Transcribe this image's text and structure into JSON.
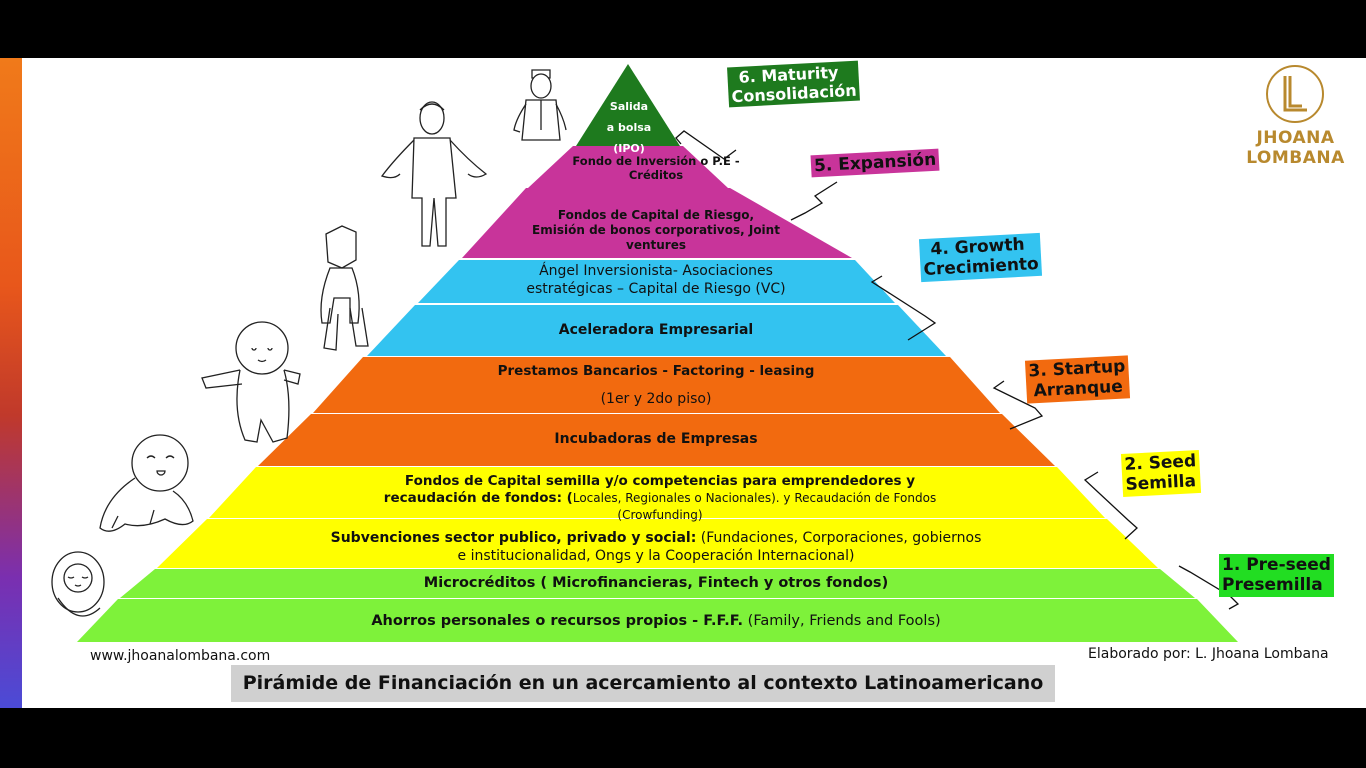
{
  "title": "Pirámide de Financiación en un acercamiento al contexto Latinoamericano",
  "website": "www.jhoanalombana.com",
  "author": "Elaborado por: L. Jhoana Lombana",
  "logo": {
    "text": "JHOANA LOMBANA",
    "icon": "jl-monogram-icon"
  },
  "colors": {
    "green_dark": "#1e7a1e",
    "magenta": "#c8349a",
    "cyan": "#33c3f0",
    "orange": "#f26a0f",
    "yellow": "#ffff00",
    "green_light": "#7ef23a"
  },
  "bands": {
    "b1_line1": "Salida",
    "b1_line2": "a bolsa (IPO)",
    "b2": "Fondo de Inversión o P.E - Créditos",
    "b3": "Fondos de Capital de Riesgo, Emisión de bonos corporativos, Joint ventures",
    "b4": "Ángel Inversionista- Asociaciones estratégicas – Capital de Riesgo (VC)",
    "b5": "Aceleradora Empresarial",
    "b6_line1": "Prestamos Bancarios - Factoring - leasing",
    "b6_line2": "(1er y 2do piso)",
    "b7": "Incubadoras de Empresas",
    "b8_bold": "Fondos de Capital semilla  y/o competencias para emprendedores y recaudación de fondos: (",
    "b8_normal": "Locales, Regionales o Nacionales). y Recaudación de Fondos (Crowfunding)",
    "b9_bold": "Subvenciones sector publico, privado y  social:",
    "b9_normal": " (Fundaciones, Corporaciones, gobiernos e institucionalidad, Ongs  y la Cooperación Internacional)",
    "b10": "Microcréditos ( Microfinancieras, Fintech y otros fondos)",
    "b11_bold": "Ahorros personales o recursos propios - F.F.F.",
    "b11_normal": " (Family, Friends and Fools)"
  },
  "stages": {
    "s6_line1": "6. Maturity",
    "s6_line2": "Consolidación",
    "s5": "5. Expansión",
    "s4_line1": "4. Growth",
    "s4_line2": "Crecimiento",
    "s3_line1": "3. Startup",
    "s3_line2": "Arranque",
    "s2_line1": "2. Seed",
    "s2_line2": "Semilla",
    "s1_line1": "1. Pre-seed",
    "s1_line2": "Presemilla"
  },
  "figures": [
    "newborn-baby-icon",
    "crawling-baby-icon",
    "toddler-icon",
    "boy-icon",
    "young-man-icon",
    "old-man-icon"
  ]
}
